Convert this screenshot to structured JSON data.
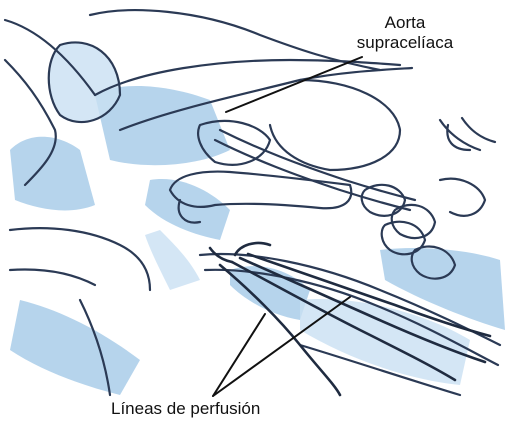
{
  "labels": {
    "aorta_line1": "Aorta",
    "aorta_line2": "supracelíaca",
    "perfusion_lines": "Líneas de perfusión"
  },
  "colors": {
    "ink": "#2b3a55",
    "shade": "#9ec6e6",
    "shade_light": "#c9e0f2",
    "pointer": "#111111"
  }
}
